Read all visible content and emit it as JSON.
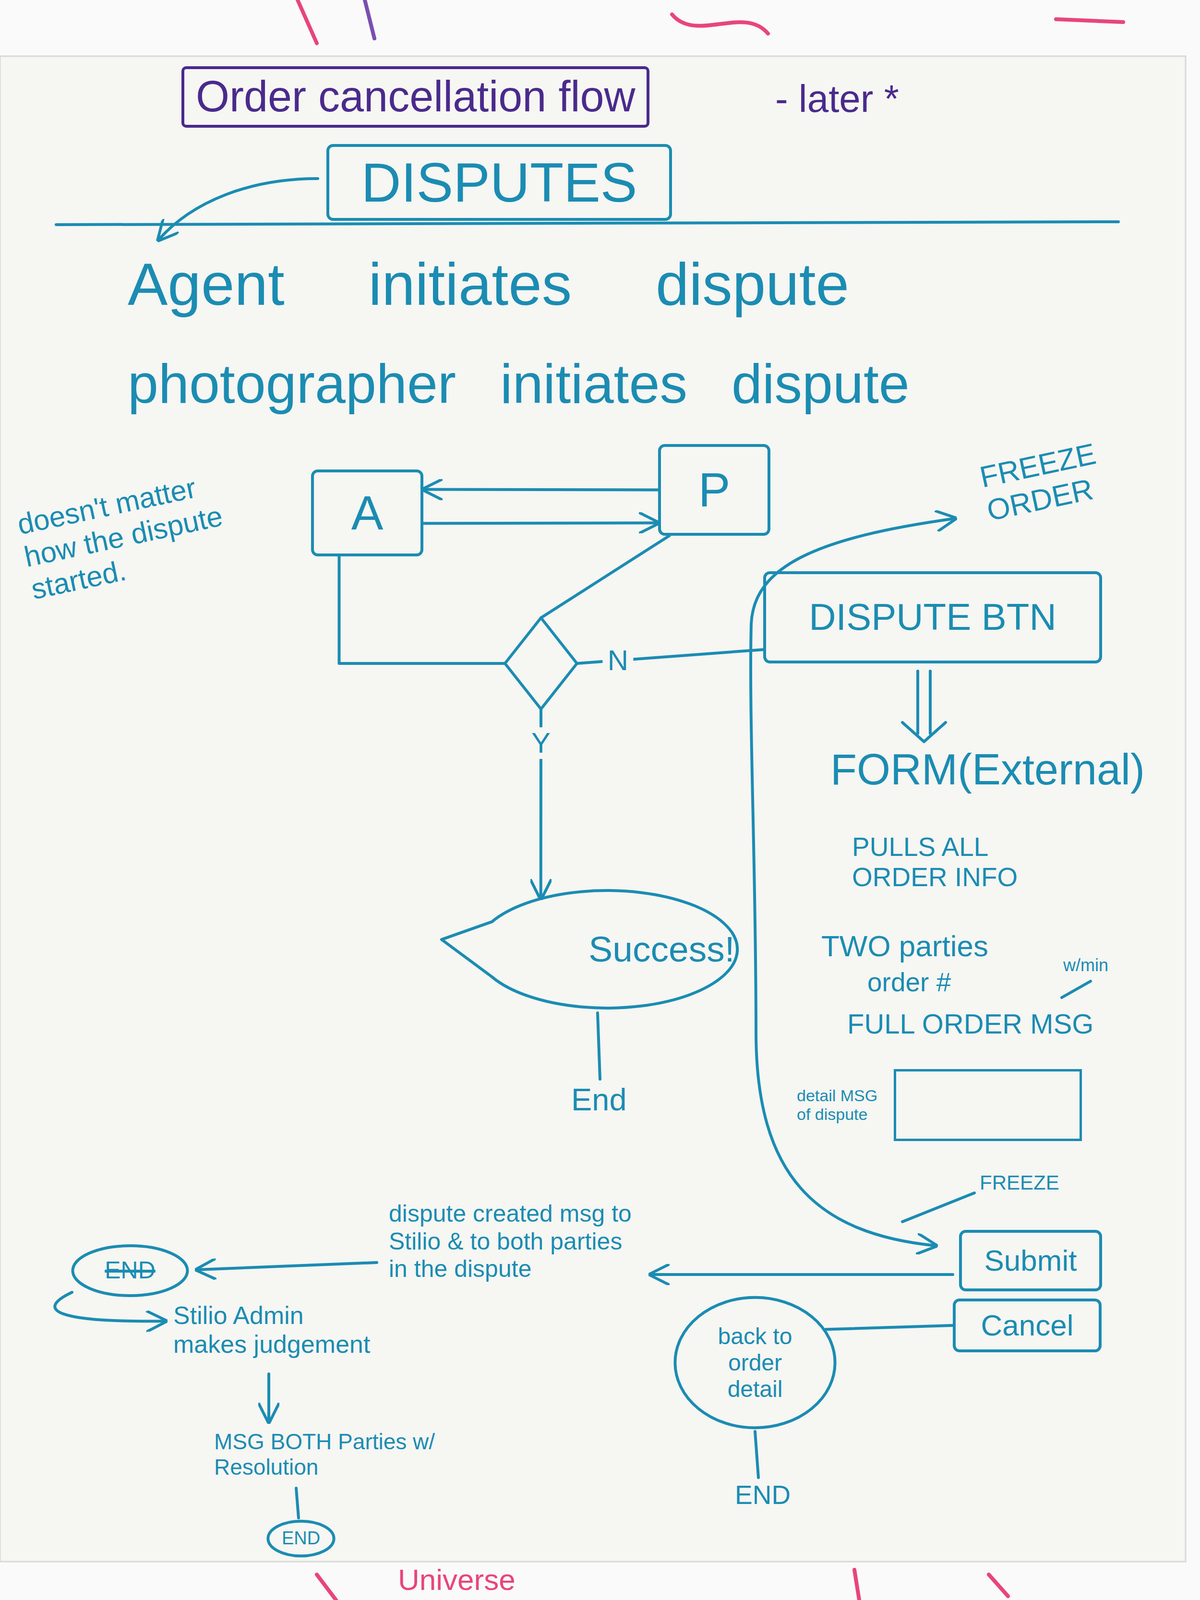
{
  "diagram": {
    "title": "Order cancellation flow",
    "nodes": [
      {
        "text": [
          "DISPUTES"
        ]
      },
      {
        "text": [
          "A"
        ]
      },
      {
        "text": [
          "P"
        ]
      },
      {
        "text": []
      },
      {
        "text": [
          "DISPUTE BTN"
        ]
      },
      {
        "text": [
          "Success!"
        ]
      },
      {
        "text": [
          "detail MSG of dispute"
        ]
      },
      {
        "text": [
          "Submit"
        ]
      },
      {
        "text": [
          "Cancel"
        ]
      },
      {
        "text": [
          "END"
        ]
      },
      {
        "text": [
          "back to order detail"
        ]
      },
      {
        "text": [
          "END"
        ]
      }
    ],
    "edges": [
      {
        "from": 2,
        "to": 1,
        "arrow": "to"
      },
      {
        "from": 1,
        "to": 2,
        "arrow": "to"
      },
      {
        "from": 1,
        "to": 3,
        "arrow": "none"
      },
      {
        "from": 2,
        "to": 3,
        "arrow": "none"
      },
      {
        "from": 3,
        "to": 5,
        "label": "Y",
        "arrow": "to"
      },
      {
        "from": 3,
        "to": 4,
        "label": "N",
        "arrow": "none"
      },
      {
        "from": 8,
        "to": 10,
        "arrow": "none"
      }
    ],
    "labels": [
      "- later *",
      "Agent initiates dispute",
      "photographer initiates dispute",
      "doesn't matter how the dispute started.",
      "FREEZE ORDER",
      "FORM(External)",
      "PULLS ALL ORDER INFO",
      "TWO parties",
      "order #",
      "w/min",
      "FULL ORDER MSG",
      "FREEZE",
      "dispute created msg to Stilio & to both parties in the dispute",
      "Stilio Admin makes judgement",
      "MSG BOTH Parties w/ Resolution",
      "End",
      "END",
      "Universe"
    ]
  }
}
